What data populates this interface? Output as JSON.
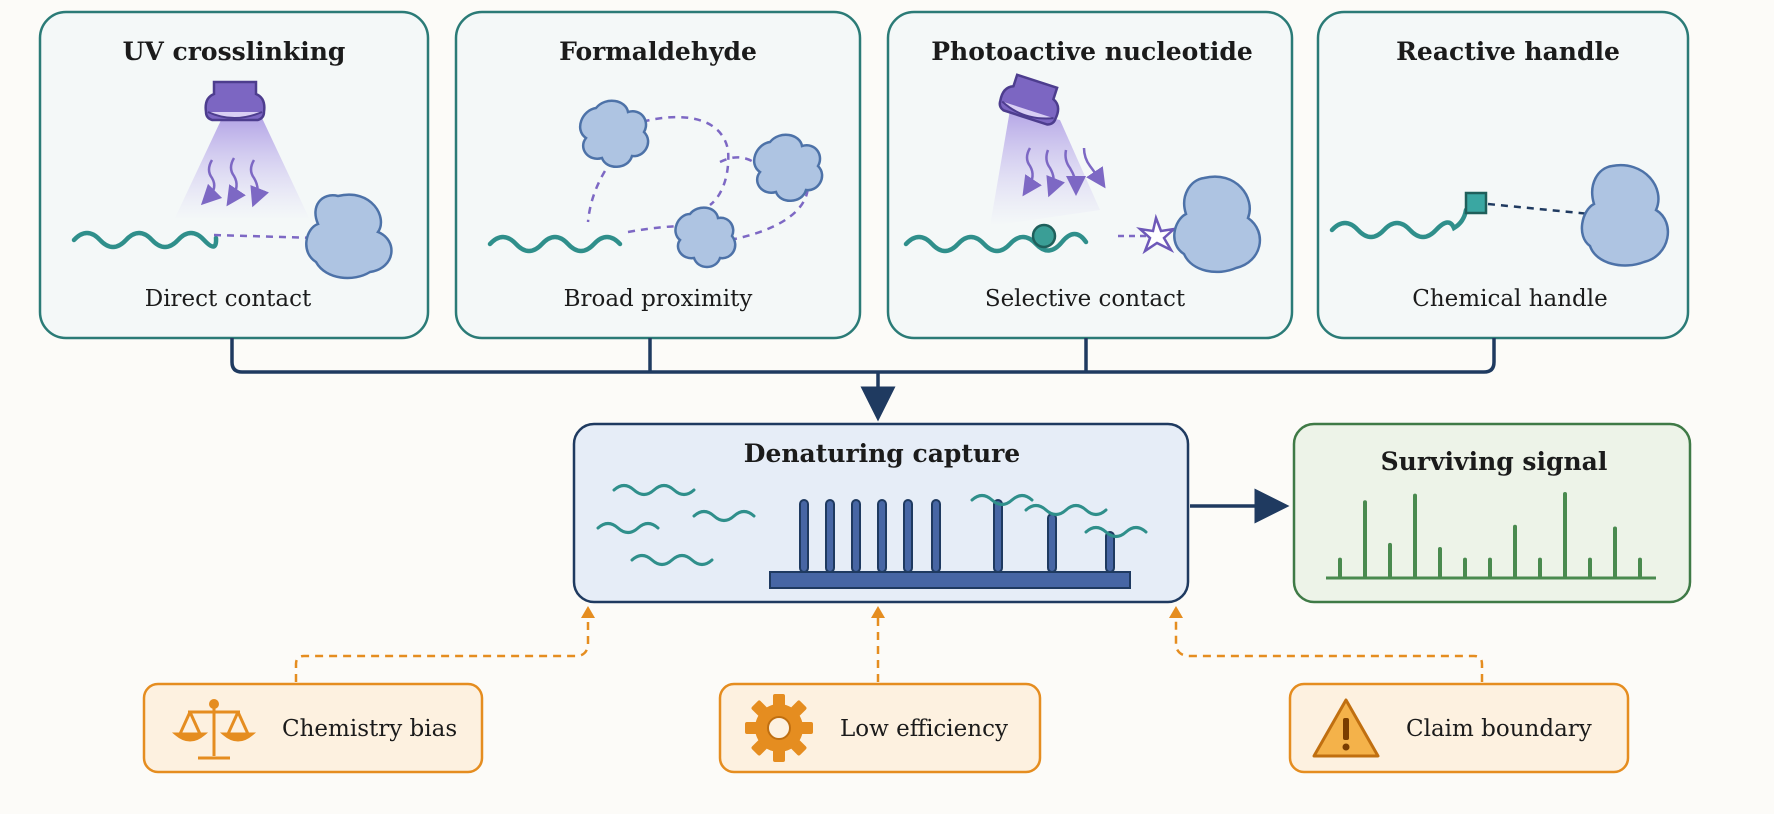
{
  "methods": [
    {
      "title": "UV crosslinking",
      "subtitle": "Direct contact",
      "icon": "uv-lamp-icon"
    },
    {
      "title": "Formaldehyde",
      "subtitle": "Broad proximity",
      "icon": "protein-network-icon"
    },
    {
      "title": "Photoactive nucleotide",
      "subtitle": "Selective contact",
      "icon": "uv-lamp-icon"
    },
    {
      "title": "Reactive handle",
      "subtitle": "Chemical handle",
      "icon": "chemical-handle-icon"
    }
  ],
  "capture": {
    "title": "Denaturing capture"
  },
  "signal": {
    "title": "Surviving signal",
    "peaks": [
      0.2,
      0.9,
      0.38,
      0.98,
      0.33,
      0.2,
      0.2,
      0.6,
      0.2,
      1.0,
      0.2,
      0.58,
      0.2
    ]
  },
  "caveats": [
    {
      "label": "Chemistry bias",
      "icon": "balance-scale-icon"
    },
    {
      "label": "Low efficiency",
      "icon": "gear-icon"
    },
    {
      "label": "Claim boundary",
      "icon": "warning-triangle-icon"
    }
  ],
  "colors": {
    "teal": "#2f8f8b",
    "navy": "#1f3a60",
    "purple": "#7d68c4",
    "protein_fill": "#aec4e2",
    "protein_stroke": "#4d72a8",
    "orange": "#e58d20",
    "green": "#4a8a4f"
  }
}
